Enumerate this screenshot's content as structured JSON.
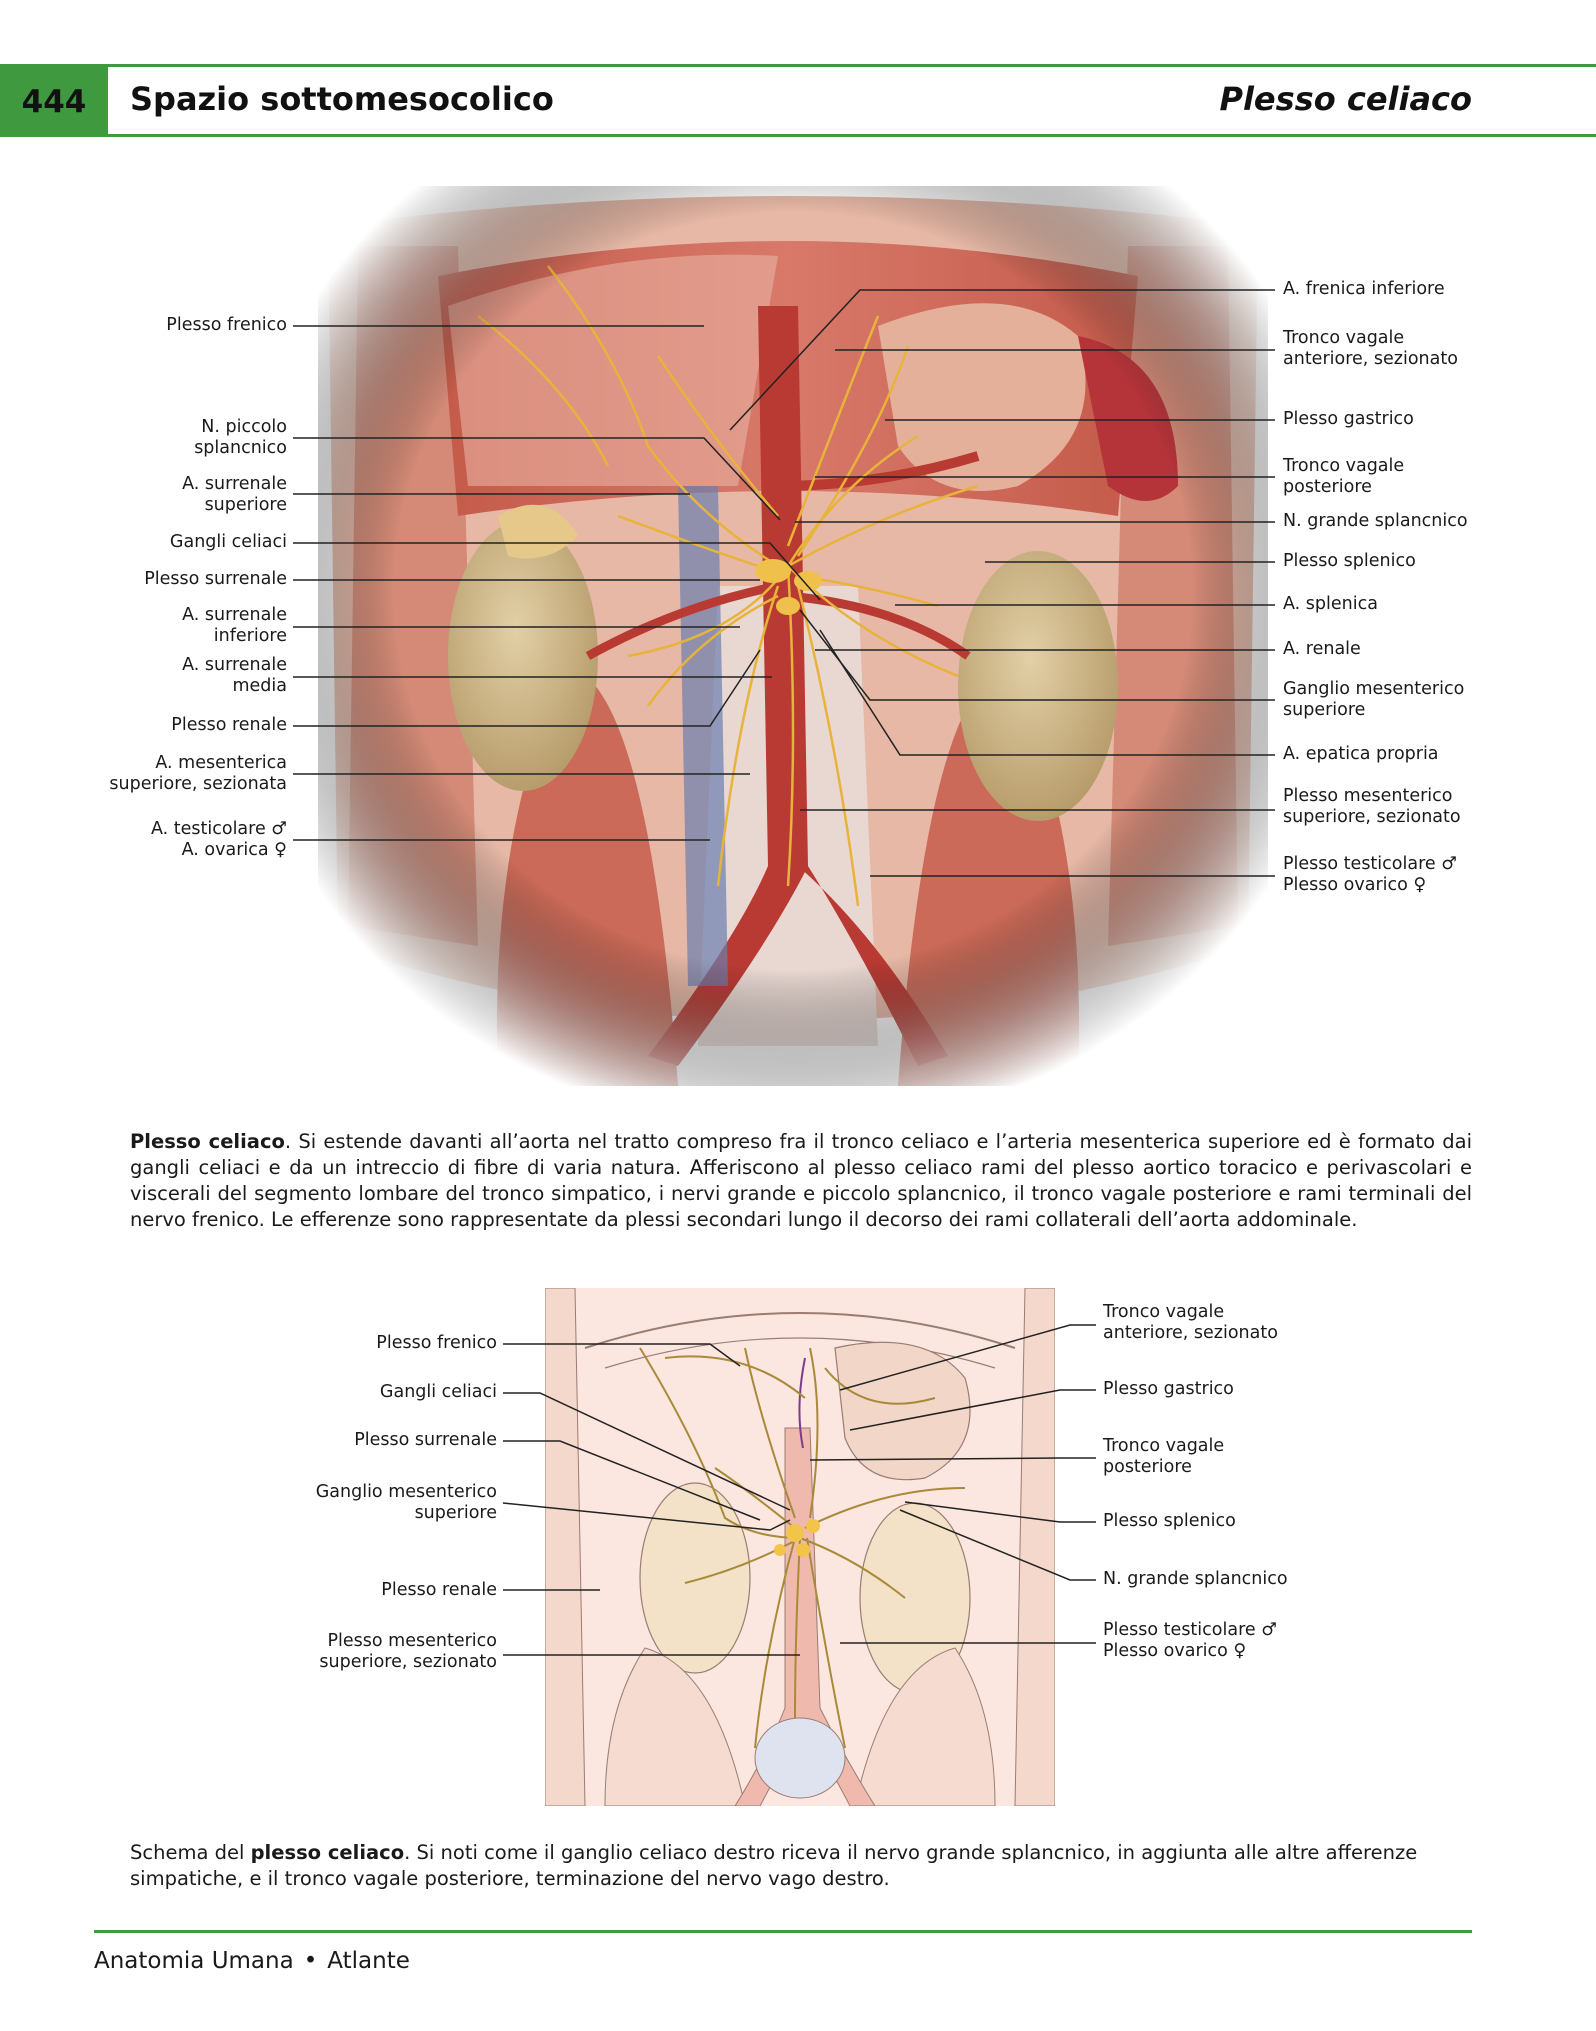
{
  "header": {
    "page_number": "444",
    "section": "Spazio sottomesocolico",
    "topic": "Plesso celiaco"
  },
  "figure1": {
    "labels_left": [
      {
        "id": "plesso-frenico",
        "lines": [
          "Plesso frenico"
        ]
      },
      {
        "id": "n-piccolo-splancnico",
        "lines": [
          "N. piccolo",
          "splancnico"
        ]
      },
      {
        "id": "a-surrenale-superiore",
        "lines": [
          "A. surrenale",
          "superiore"
        ]
      },
      {
        "id": "gangli-celiaci",
        "lines": [
          "Gangli celiaci"
        ]
      },
      {
        "id": "plesso-surrenale",
        "lines": [
          "Plesso surrenale"
        ]
      },
      {
        "id": "a-surrenale-inferiore",
        "lines": [
          "A. surrenale",
          "inferiore"
        ]
      },
      {
        "id": "a-surrenale-media",
        "lines": [
          "A. surrenale",
          "media"
        ]
      },
      {
        "id": "plesso-renale",
        "lines": [
          "Plesso renale"
        ]
      },
      {
        "id": "a-mesenterica-superiore",
        "lines": [
          "A. mesenterica",
          "superiore, sezionata"
        ]
      },
      {
        "id": "a-testicolare",
        "lines": [
          "A. testicolare ♂",
          "A. ovarica ♀"
        ]
      }
    ],
    "labels_right": [
      {
        "id": "a-frenica-inferiore",
        "lines": [
          "A. frenica inferiore"
        ]
      },
      {
        "id": "tronco-vagale-anteriore",
        "lines": [
          "Tronco vagale",
          "anteriore, sezionato"
        ]
      },
      {
        "id": "plesso-gastrico",
        "lines": [
          "Plesso gastrico"
        ]
      },
      {
        "id": "tronco-vagale-posteriore",
        "lines": [
          "Tronco vagale",
          "posteriore"
        ]
      },
      {
        "id": "n-grande-splancnico",
        "lines": [
          "N. grande splancnico"
        ]
      },
      {
        "id": "plesso-splenico",
        "lines": [
          "Plesso splenico"
        ]
      },
      {
        "id": "a-splenica",
        "lines": [
          "A. splenica"
        ]
      },
      {
        "id": "a-renale",
        "lines": [
          "A. renale"
        ]
      },
      {
        "id": "ganglio-mesenterico-superiore",
        "lines": [
          "Ganglio mesenterico",
          "superiore"
        ]
      },
      {
        "id": "a-epatica-propria",
        "lines": [
          "A. epatica propria"
        ]
      },
      {
        "id": "plesso-mesenterico-superiore",
        "lines": [
          "Plesso mesenterico",
          "superiore, sezionato"
        ]
      },
      {
        "id": "plesso-testicolare",
        "lines": [
          "Plesso testicolare ♂",
          "Plesso ovarico ♀"
        ]
      }
    ]
  },
  "caption1": {
    "bold": "Plesso celiaco",
    "text": ". Si estende davanti all’aorta nel tratto compreso fra il tronco celiaco e l’arteria mesenterica superiore ed è formato dai gangli celiaci e da un intreccio di fibre di varia natura. Afferiscono al plesso celiaco rami del plesso aortico toracico e perivascolari e viscerali del segmento lombare del tronco simpatico, i nervi grande e piccolo splancnico, il tronco vagale posteriore e rami terminali del nervo frenico. Le efferenze sono rappresentate da plessi secondari lungo il decorso dei rami collaterali dell’aorta addominale."
  },
  "figure2": {
    "labels_left": [
      {
        "id": "plesso-frenico",
        "lines": [
          "Plesso frenico"
        ]
      },
      {
        "id": "gangli-celiaci",
        "lines": [
          "Gangli celiaci"
        ]
      },
      {
        "id": "plesso-surrenale",
        "lines": [
          "Plesso surrenale"
        ]
      },
      {
        "id": "ganglio-mesenterico-superiore",
        "lines": [
          "Ganglio mesenterico",
          "superiore"
        ]
      },
      {
        "id": "plesso-renale",
        "lines": [
          "Plesso renale"
        ]
      },
      {
        "id": "plesso-mesenterico-superiore",
        "lines": [
          "Plesso mesenterico",
          "superiore, sezionato"
        ]
      }
    ],
    "labels_right": [
      {
        "id": "tronco-vagale-anteriore",
        "lines": [
          "Tronco vagale",
          "anteriore, sezionato"
        ]
      },
      {
        "id": "plesso-gastrico",
        "lines": [
          "Plesso gastrico"
        ]
      },
      {
        "id": "tronco-vagale-posteriore",
        "lines": [
          "Tronco vagale",
          "posteriore"
        ]
      },
      {
        "id": "plesso-splenico",
        "lines": [
          "Plesso splenico"
        ]
      },
      {
        "id": "n-grande-splancnico",
        "lines": [
          "N. grande splancnico"
        ]
      },
      {
        "id": "plesso-testicolare",
        "lines": [
          "Plesso testicolare ♂",
          "Plesso ovarico ♀"
        ]
      }
    ]
  },
  "caption2": {
    "prefix": "Schema del ",
    "bold": "plesso celiaco",
    "text": ". Si noti come il ganglio celiaco destro riceva il nervo grande splancnico, in aggiunta alle altre afferenze simpatiche, e il tronco vagale posteriore, terminazione del nervo vago destro."
  },
  "footer": {
    "book": "Anatomia Umana",
    "separator": "•",
    "volume": "Atlante"
  }
}
